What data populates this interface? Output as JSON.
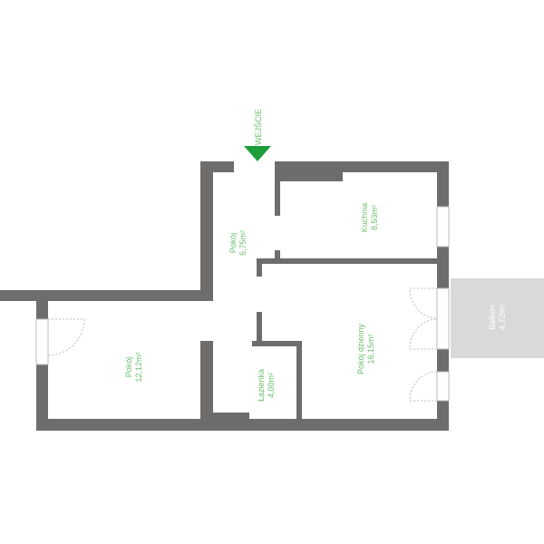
{
  "entrance": {
    "label": "WEJŚCIE",
    "color": "#1e9e3a"
  },
  "rooms": [
    {
      "name": "Pokój",
      "area": "5,75m²"
    },
    {
      "name": "Kuchnia",
      "area": "8,53m²"
    },
    {
      "name": "Pokój dzienny",
      "area": "16,15m²"
    },
    {
      "name": "Pokój",
      "area": "12,12m²"
    },
    {
      "name": "Łazienka",
      "area": "4,00m²"
    },
    {
      "name": "Balkon",
      "area": "4,72m²"
    }
  ],
  "colors": {
    "wall": "#6e6d6b",
    "label": "#6cbf6c",
    "balcony": "#d9d9d9"
  }
}
